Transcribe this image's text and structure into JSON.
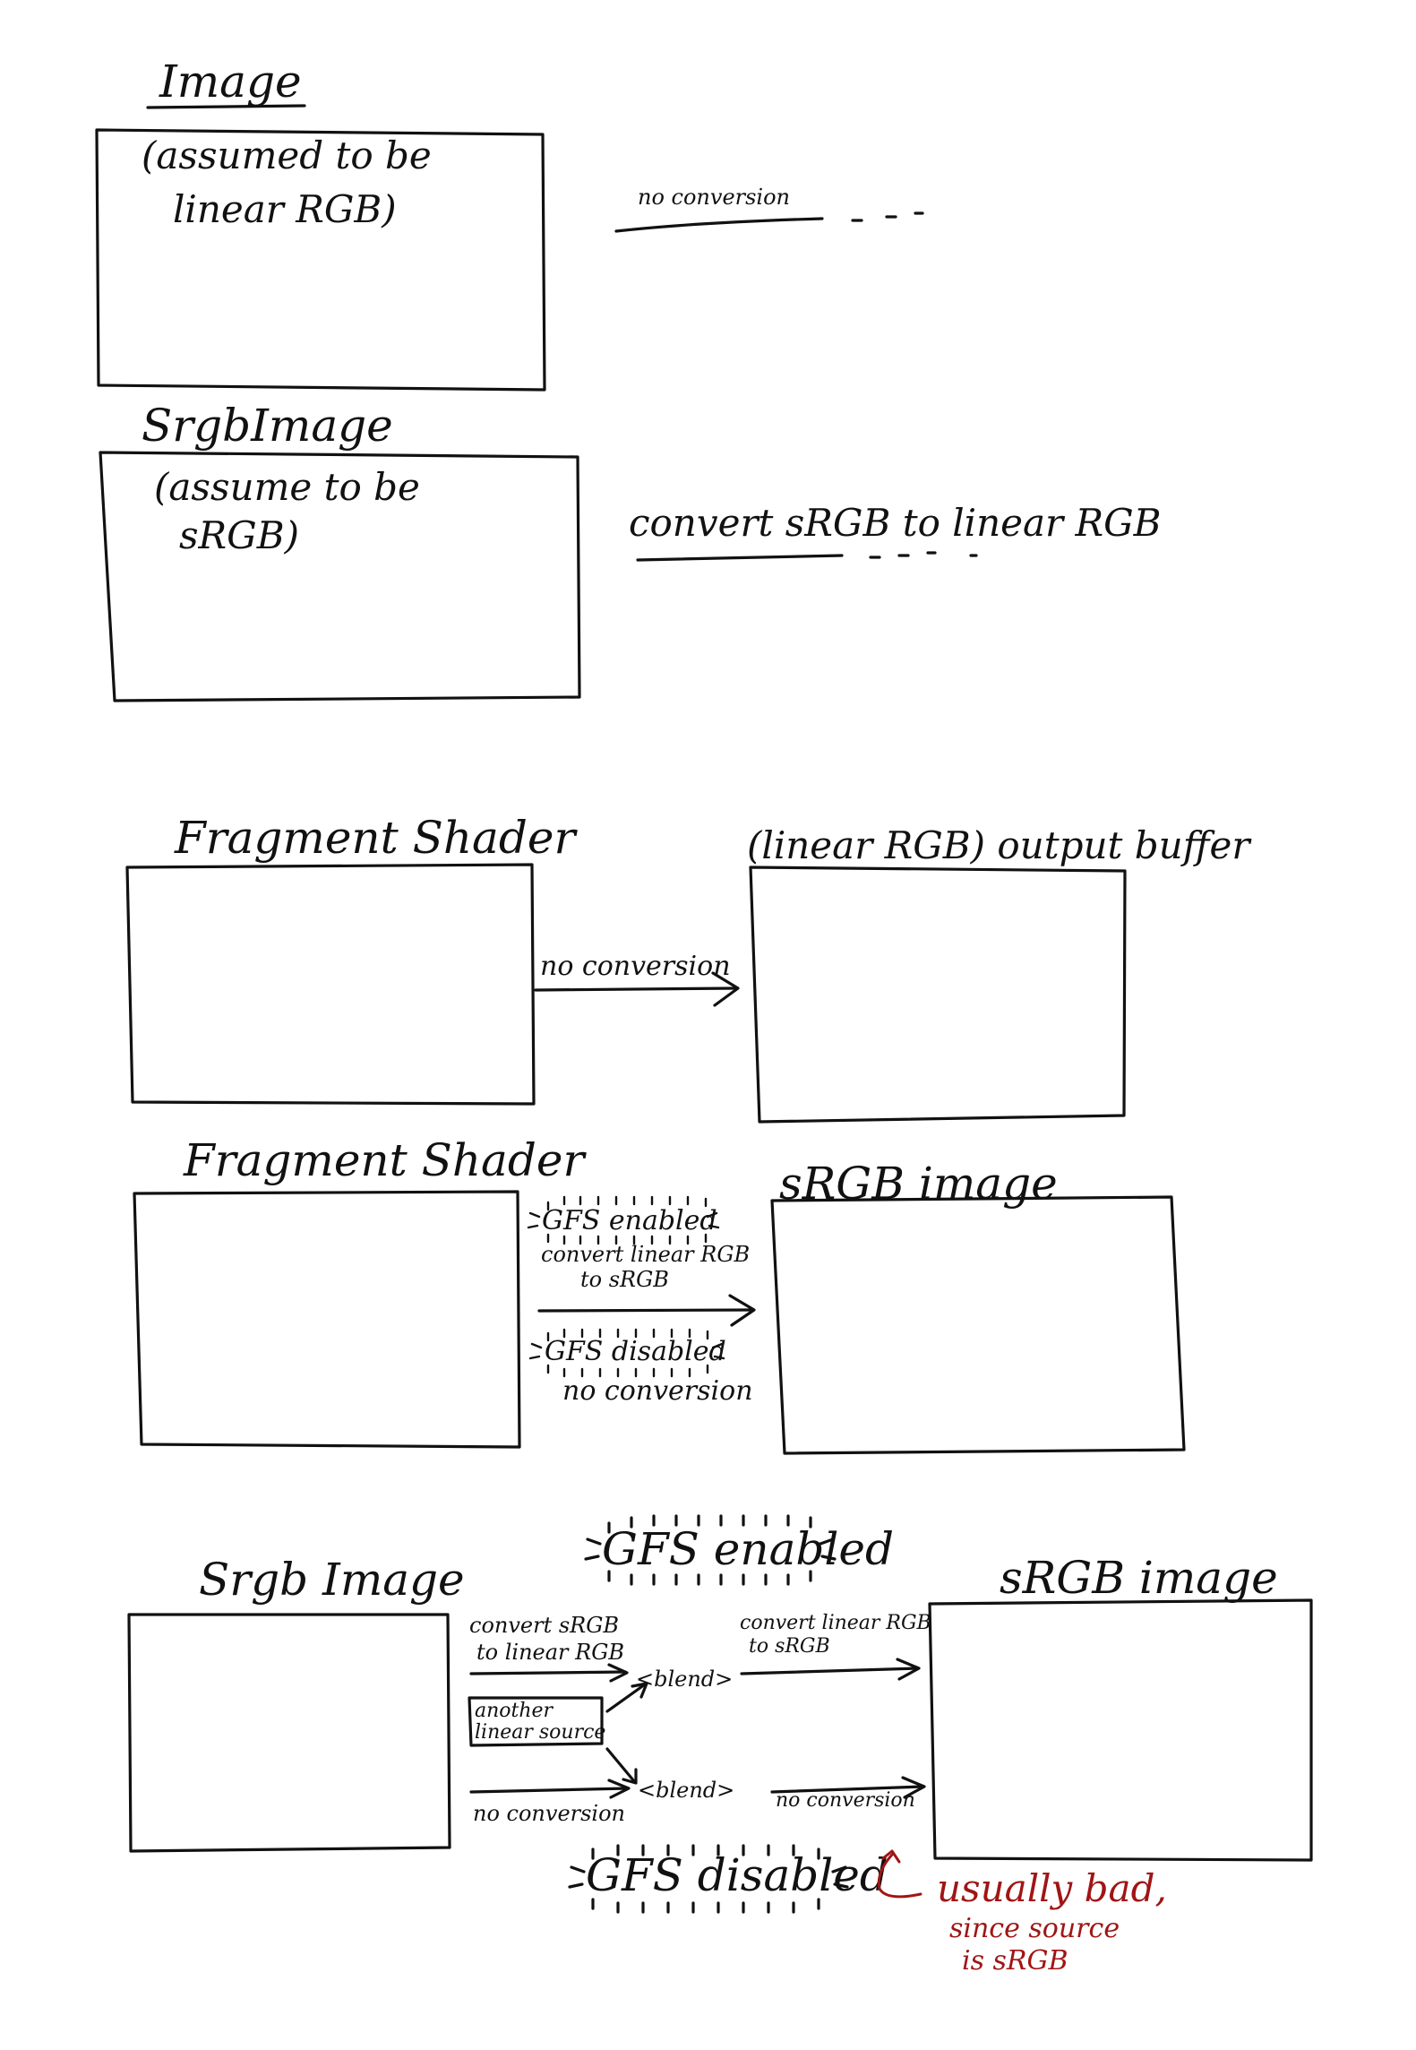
{
  "colors": {
    "ink": "#111111",
    "annotation": "#a01515",
    "background": "#ffffff"
  },
  "section1": {
    "image_title": "Image",
    "image_note_line1": "(assumed to be",
    "image_note_line2": "linear RGB)",
    "image_arrow_label": "no conversion",
    "srgb_title": "SrgbImage",
    "srgb_note_line1": "(assume to be",
    "srgb_note_line2": "sRGB)",
    "srgb_arrow_label": "convert sRGB to linear RGB"
  },
  "section2": {
    "shader_title": "Fragment Shader",
    "output_title": "(linear RGB) output buffer",
    "arrow_label": "no conversion"
  },
  "section3": {
    "shader_title": "Fragment Shader",
    "target_title": "sRGB image",
    "gfs_enabled": "GFS enabled",
    "enabled_line1": "convert linear RGB",
    "enabled_line2": "to sRGB",
    "gfs_disabled": "GFS disabled",
    "disabled_label": "no conversion"
  },
  "section4": {
    "source_title": "Srgb Image",
    "target_title": "sRGB image",
    "gfs_enabled": "GFS enabled",
    "gfs_disabled": "GFS disabled",
    "convert_in_line1": "convert sRGB",
    "convert_in_line2": "to linear RGB",
    "convert_out_line1": "convert linear RGB",
    "convert_out_line2": "to sRGB",
    "blend_top": "<blend>",
    "blend_bottom": "<blend>",
    "other_source_line1": "another",
    "other_source_line2": "linear source",
    "no_conversion_left": "no conversion",
    "no_conversion_right": "no conversion",
    "warning_line1": "usually bad,",
    "warning_line2": "since source",
    "warning_line3": "is sRGB"
  }
}
